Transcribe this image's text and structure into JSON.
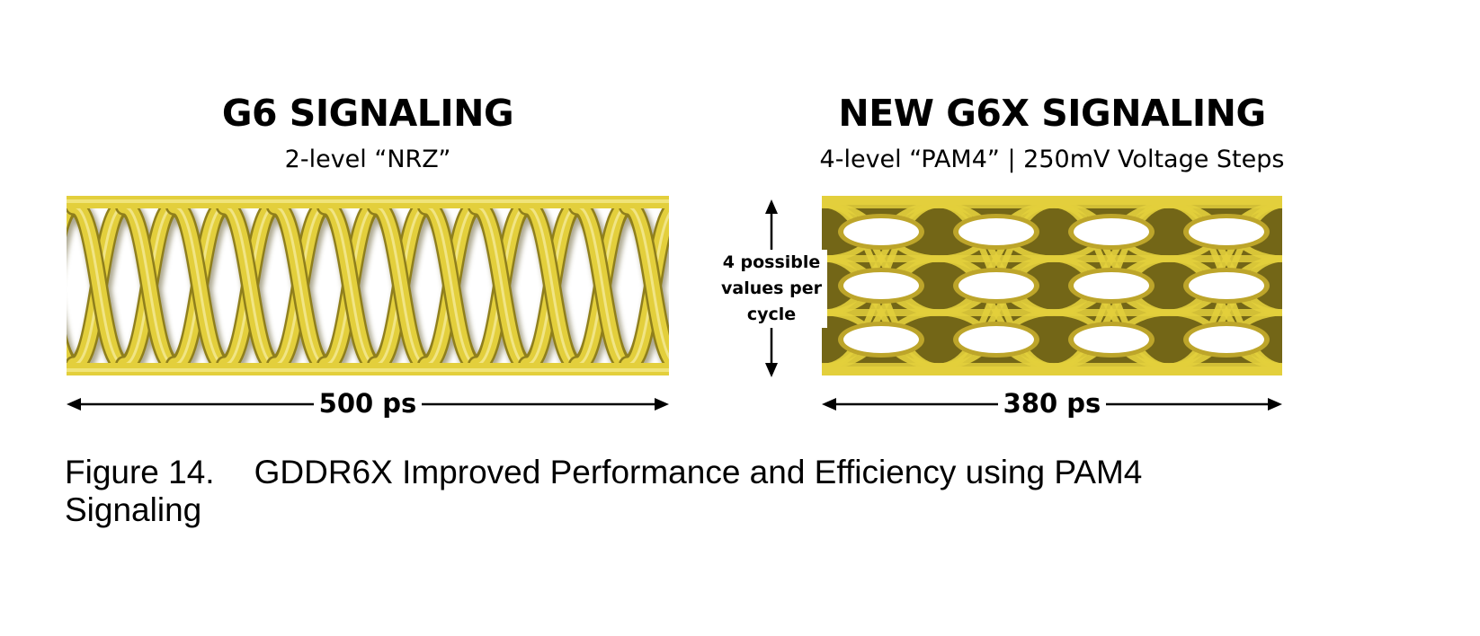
{
  "left_panel": {
    "title": "G6 SIGNALING",
    "subtitle": "2-level “NRZ”",
    "duration_label": "500 ps",
    "levels": 2,
    "eye_color": "#e3cf3c"
  },
  "right_panel": {
    "title": "NEW G6X SIGNALING",
    "subtitle": "4-level “PAM4” |  250mV Voltage Steps",
    "duration_label": "380 ps",
    "levels": 4,
    "levels_note": "4 possible values per cycle",
    "eye_color": "#e3cf3c"
  },
  "caption": {
    "number": "Figure 14.",
    "text": "GDDR6X Improved  Performance and Efficiency using PAM4 Signaling"
  }
}
